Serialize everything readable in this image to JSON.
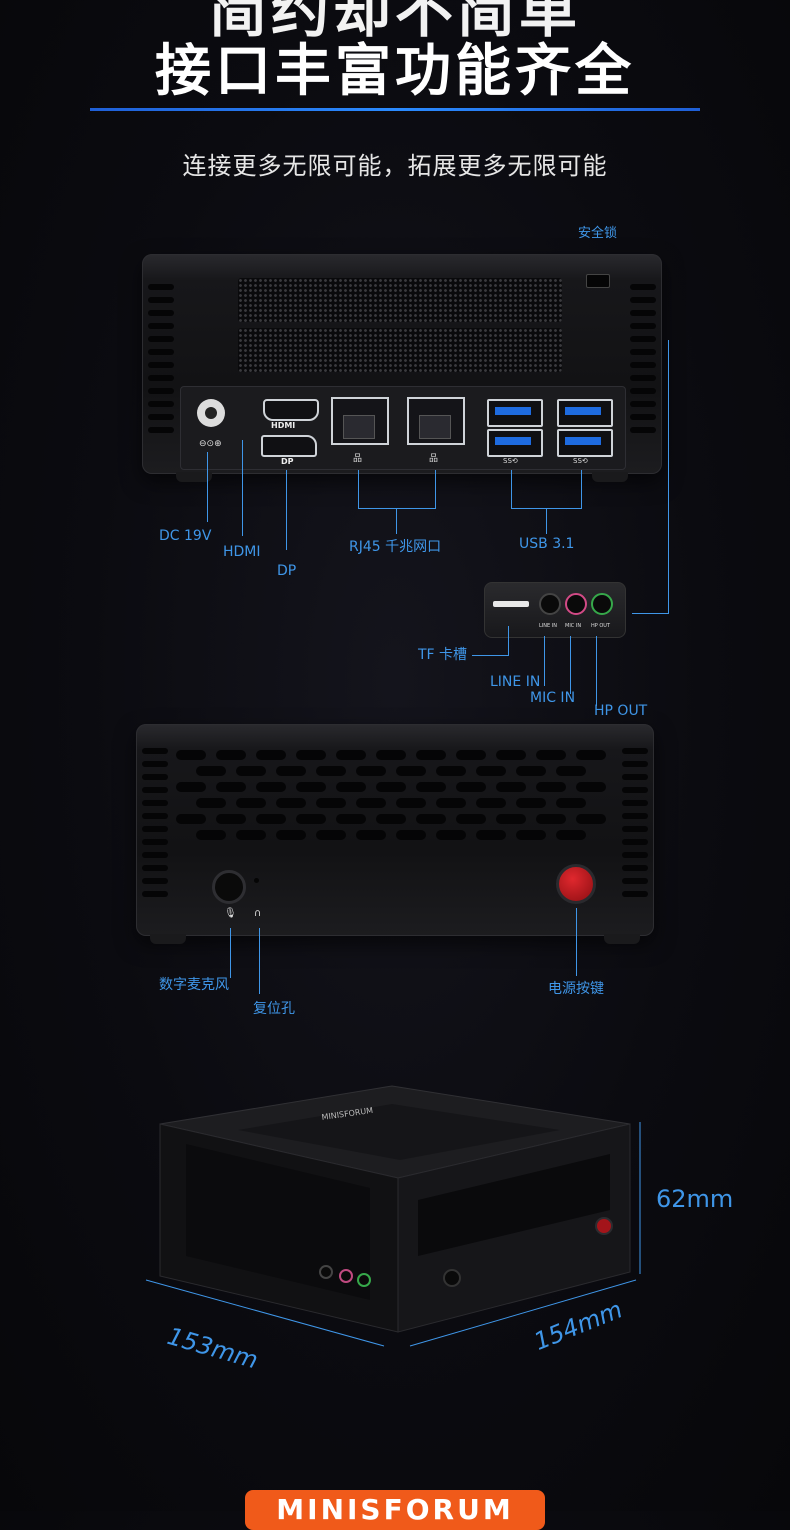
{
  "headline": {
    "line1": "简约却不简单",
    "line2": "接口丰富功能齐全",
    "subtitle": "连接更多无限可能，拓展更多无限可能"
  },
  "rear_panel": {
    "security_lock": "安全锁",
    "dc": "DC 19V",
    "hdmi": "HDMI",
    "dp": "DP",
    "rj45": "RJ45 千兆网口",
    "usb": "USB 3.1",
    "port_hdmi_text": "HDMI",
    "port_dp_text": "DP",
    "usb_port_text": "SS⟲"
  },
  "audio_panel": {
    "tf": "TF 卡槽",
    "line_in": "LINE IN",
    "mic_in": "MIC IN",
    "hp_out": "HP OUT",
    "jack_line": "LINE IN",
    "jack_mic": "MIC IN",
    "jack_hp": "HP OUT"
  },
  "front_panel": {
    "digital_mic": "数字麦克风",
    "reset": "复位孔",
    "power_button": "电源按键"
  },
  "dimensions": {
    "height": "62mm",
    "depth": "153mm",
    "width": "154mm",
    "brand_lid": "MINISFORUM"
  },
  "footer_brand": "MINISFORUM",
  "colors": {
    "accent": "#3f96e8",
    "power": "#c0161a",
    "brand": "#f05a1a"
  }
}
